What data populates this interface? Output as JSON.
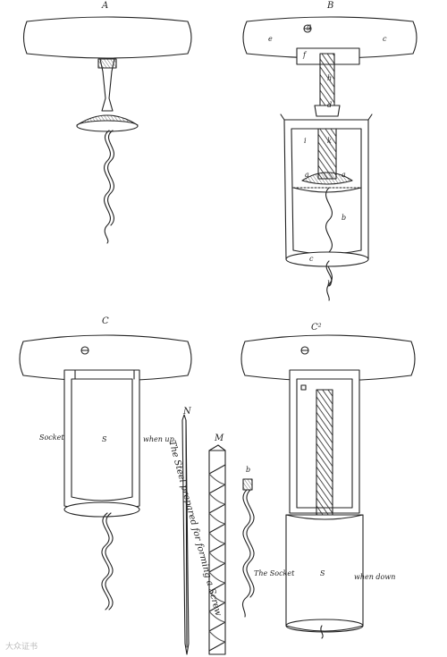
{
  "figures": {
    "A": {
      "label": "A"
    },
    "B": {
      "label": "B",
      "parts": [
        "g",
        "e",
        "c",
        "f",
        "h",
        "d",
        "i",
        "k",
        "a",
        "a",
        "b",
        "c",
        "b"
      ]
    },
    "C": {
      "label": "C",
      "socket_label": "Socket",
      "s_label": "S",
      "note": "when up"
    },
    "C2": {
      "label": "C²",
      "socket_label": "The Socket",
      "s_label": "S",
      "note": "when down"
    },
    "N": {
      "label": "N",
      "caption": "The Steel prepared for forming a Screw"
    },
    "M": {
      "label": "M"
    },
    "b": {
      "label": "b"
    }
  },
  "watermark": "大众证书"
}
